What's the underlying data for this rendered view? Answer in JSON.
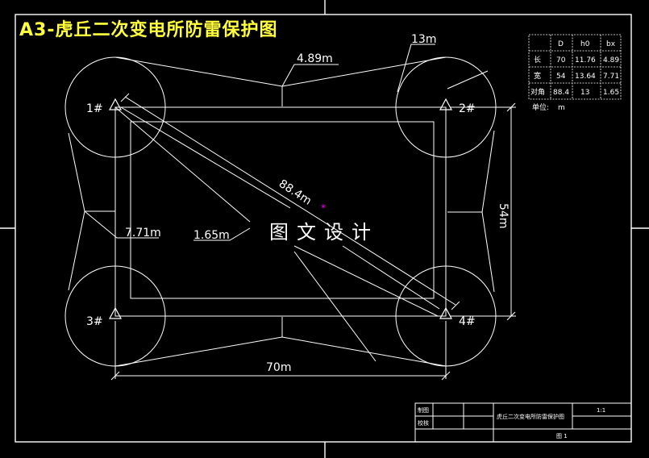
{
  "title": "A3-虎丘二次变电所防雷保护图",
  "towers": [
    {
      "label": "1#"
    },
    {
      "label": "2#"
    },
    {
      "label": "3#"
    },
    {
      "label": "4#"
    }
  ],
  "dimensions": {
    "top_callout": "4.89m",
    "right_callout": "13m",
    "diagonal": "88.4m",
    "left_callout": "7.71m",
    "mid_callout": "1.65m",
    "bottom_width": "70m",
    "right_height": "54m"
  },
  "watermark": "图文设计",
  "legend_table": {
    "headers": [
      "",
      "D",
      "h0",
      "bx"
    ],
    "rows": [
      [
        "长",
        "70",
        "11.76",
        "4.89"
      ],
      [
        "宽",
        "54",
        "13.64",
        "7.71"
      ],
      [
        "对角",
        "88.4",
        "13",
        "1.65"
      ]
    ],
    "unit_label": "单位:",
    "unit_value": "m"
  },
  "title_block": {
    "row1_label": "制图",
    "row2_label": "校核",
    "drawing_name": "虎丘二次变电所防雷保护图",
    "scale": "1:1",
    "sheet": "图 1"
  },
  "colors": {
    "background": "#000000",
    "lines": "#ffffff",
    "title": "#ffff3c",
    "marker": "#ff00ff"
  }
}
